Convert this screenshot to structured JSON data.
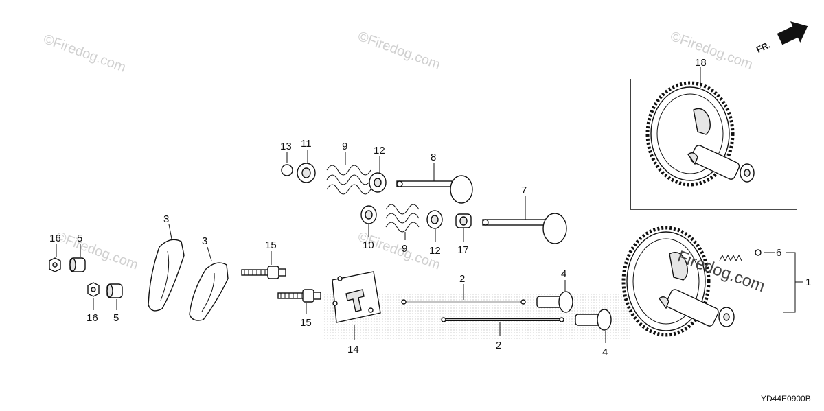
{
  "diagram": {
    "code": "YD44E0900B",
    "direction": "FR.",
    "watermarks": [
      "©Firedog.com",
      "©Firedog.com",
      "©Firedog.com",
      "©Firedog.com",
      "©Firedog.com"
    ],
    "overlay_watermark": "Firedog.com",
    "callouts": {
      "c1": "1",
      "c2a": "2",
      "c2b": "2",
      "c3a": "3",
      "c3b": "3",
      "c4a": "4",
      "c4b": "4",
      "c5a": "5",
      "c5b": "5",
      "c6": "6",
      "c7": "7",
      "c8": "8",
      "c9a": "9",
      "c9b": "9",
      "c10": "10",
      "c11": "11",
      "c12a": "12",
      "c12b": "12",
      "c13": "13",
      "c14": "14",
      "c15a": "15",
      "c15b": "15",
      "c16a": "16",
      "c16b": "16",
      "c17": "17",
      "c18": "18"
    }
  }
}
